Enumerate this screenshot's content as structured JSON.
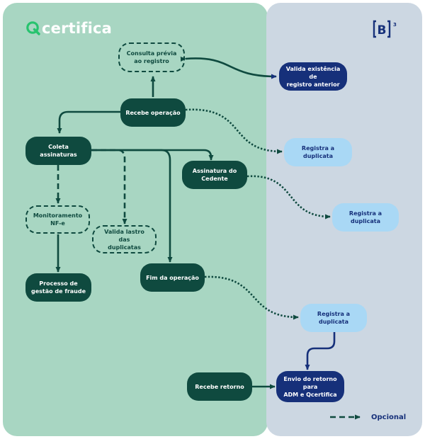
{
  "brands": {
    "left_logo_text": "certifica",
    "left_logo_icon": "qcertifica-q-icon",
    "right_logo_text": "[B]",
    "right_logo_sup": "3"
  },
  "colors": {
    "left_panel": "#a8d6c2",
    "right_panel": "#ccd7e2",
    "dark_green": "#0f4a3f",
    "navy": "#16307a",
    "light_blue": "#a9d8f5",
    "logo_green": "#27c36e"
  },
  "nodes": {
    "consulta": "Consulta prévia\nao registro",
    "valida_existencia": "Valida existência de\nregistro anterior",
    "recebe_operacao": "Recebe operação",
    "coleta": "Coleta assinaturas",
    "registra_1": "Registra a duplicata",
    "assinatura": "Assinatura do Cedente",
    "registra_2": "Registra a duplicata",
    "monitoramento": "Monitoramento\nNF-e",
    "valida_lastro": "Valida lastro das\nduplicatas",
    "processo_fraude": "Processo de\ngestão de fraude",
    "fim": "Fim da operação",
    "registra_3": "Registra a duplicata",
    "recebe_retorno": "Recebe retorno",
    "envio_retorno": "Envio do retorno para\nADM e Qcertifica"
  },
  "legend": {
    "label": "Opcional"
  }
}
